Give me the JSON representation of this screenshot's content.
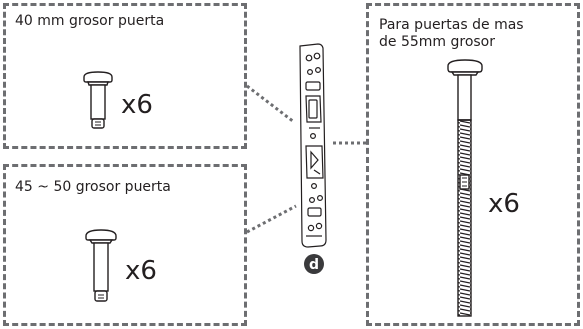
{
  "panels": {
    "top_left": {
      "caption": "40 mm grosor puerta",
      "quantity": "x6"
    },
    "bottom_left": {
      "caption": "45 ~ 50 grosor puerta",
      "quantity": "x6"
    },
    "right": {
      "caption_line1": "Para puertas de mas",
      "caption_line2": "de 55mm grosor",
      "quantity": "x6"
    }
  },
  "part_marker": {
    "label": "d"
  },
  "icons": {
    "short_screw": "screw-short-icon",
    "medium_screw": "screw-medium-icon",
    "long_screw": "screw-long-icon",
    "strike_plate": "strike-plate-icon"
  },
  "colors": {
    "outline": "#231f20",
    "dashed_border": "#6d6e71",
    "marker_fill": "#3a3a3c",
    "marker_text": "#ffffff"
  }
}
